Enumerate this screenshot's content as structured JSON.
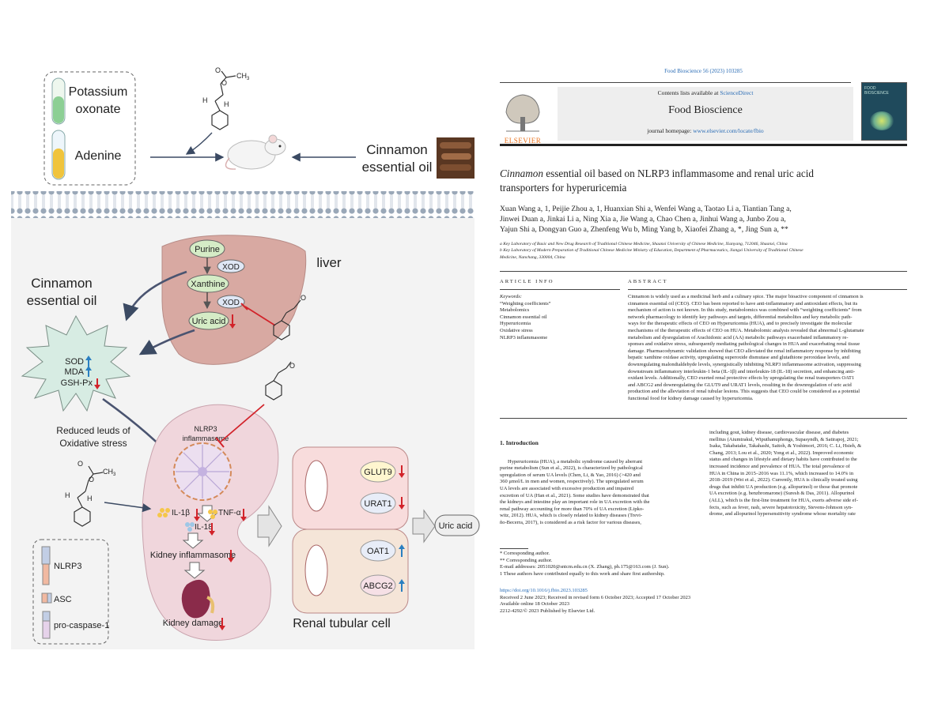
{
  "graphical_abstract": {
    "potassium_oxonate_1": "Potassium",
    "potassium_oxonate_2": "oxonate",
    "adenine": "Adenine",
    "cinnamon_oil_top_1": "Cinnamon",
    "cinnamon_oil_top_2": "essential oil",
    "ch3": "CH",
    "ch3_sub": "3",
    "o_label": "O",
    "h_label": "H",
    "liver": "liver",
    "purine": "Purine",
    "xod": "XOD",
    "xanthine": "Xanthine",
    "uric_acid_liver": "Uric acid",
    "cinnamon_oil_left_1": "Cinnamon",
    "cinnamon_oil_left_2": "essential oil",
    "sod": "SOD",
    "mda": "MDA",
    "gsh_px": "GSH-Px",
    "reduced_1": "Reduced leuds of",
    "reduced_2": "Oxidative stress",
    "nlrp3_inflammasome_1": "NLRP3",
    "nlrp3_inflammasome_2": "inflammasome",
    "il1b": "IL-1β",
    "tnfa": "TNF-α",
    "il18": "IL-18",
    "kidney_inflammasome": "Kidney inflammasome",
    "kidney_damage": "Kidney damage",
    "glut9": "GLUT9",
    "urat1": "URAT1",
    "oat1": "OAT1",
    "abcg2": "ABCG2",
    "uric_acid_out": "Uric acid",
    "renal_tubular_cell": "Renal tubular cell",
    "legend_nlrp3": "NLRP3",
    "legend_asc": "ASC",
    "legend_procaspase": "pro-caspase-1",
    "colors": {
      "up": "#2a7fc1",
      "down": "#d2232a",
      "liver": "#d8a9a2",
      "kidney": "#f0d6dc",
      "enzyme_green": "#d5ecc6"
    }
  },
  "paper": {
    "journal_ref": "Food Bioscience 56 (2023) 103285",
    "contents_prefix": "Contents lists available at ",
    "contents_link": "ScienceDirect",
    "journal_name": "Food Bioscience",
    "homepage_prefix": "journal homepage: ",
    "homepage_link": "www.elsevier.com/locate/fbio",
    "publisher": "ELSEVIER",
    "cover_1": "FOOD",
    "cover_2": "BIOSCIENCE",
    "title_italic": "Cinnamon",
    "title_line1_rest": " essential oil based on NLRP3 inflammasome and renal uric acid",
    "title_line2": "transporters for hyperuricemia",
    "authors": [
      "Xuan Wang a, 1, Peijie Zhou a, 1, Huanxian Shi a, Wenfei Wang a, Taotao Li a, Tiantian Tang a,",
      "Jinwei Duan a, Jinkai Li a, Ning Xia a, Jie Wang a, Chao Chen a, Jinhui Wang a, Junbo Zou a,",
      "Yajun Shi a, Dongyan Guo a, Zhenfeng Wu b, Ming Yang b, Xiaofei Zhang a, *, Jing Sun a, **"
    ],
    "affiliations": [
      "a Key Laboratory of Basic and New Drug Research of Traditional Chinese Medicine, Shaanxi University of Chinese Medicine, Xianyang, 712046, Shaanxi, China",
      "b Key Laboratory of Modern Preparation of Traditional Chinese Medicine Ministry of Education, Department of Pharmaceutics, Jiangxi University of Traditional Chinese",
      "Medicine, Nanchang, 330004, China"
    ],
    "article_info_heading": "ARTICLE INFO",
    "abstract_heading": "ABSTRACT",
    "keywords_label": "Keywords:",
    "keywords": [
      "“Weighting coefficients”",
      "Metabolomics",
      "Cinnamon essential oil",
      "Hyperuricemia",
      "Oxidative stress",
      "NLRP3 inflammasome"
    ],
    "abstract_lines": [
      "Cinnamon is widely used as a medicinal herb and a culinary spice. The major bioactive component of cinnamon is",
      "cinnamon essential oil (CEO). CEO has been reported to have anti-inflammatory and antioxidant effects, but its",
      "mechanism of action is not known. In this study, metabolomics was combined with “weighting coefficients” from",
      "network pharmacology to identify key pathways and targets, differential metabolites and key metabolic path-",
      "ways for the therapeutic effects of CEO on Hyperuricemia (HUA), and to precisely investigate the molecular",
      "mechanisms of the therapeutic effects of CEO on HUA. Metabolomic analysis revealed that abnormal L-glutamate",
      "metabolism and dysregulation of Arachidonic acid (AA) metabolic pathways exacerbated inflammatory re-",
      "sponses and oxidative stress, subsequently mediating pathological changes in HUA and exacerbating renal tissue",
      "damage. Pharmacodynamic validation showed that CEO alleviated the renal inflammatory response by inhibiting",
      "hepatic xanthine oxidase activity, upregulating superoxide dismutase and glutathione peroxidase levels, and",
      "downregulating malondialdehyde levels, synergistically inhibiting NLRP3 inflammasome activation, suppressing",
      "downstream inflammatory interleukin-1 beta (IL-1β) and interleukin-18 (IL-18) secretion, and enhancing anti-",
      "oxidant levels. Additionally, CEO exerted renal protective effects by upregulating the renal transporters OAT1",
      "and ABCG2 and downregulating the GLUT9 and URAT1 levels, resulting in the downregulation of uric acid",
      "production and the alleviation of renal tubular lesions. This suggests that CEO could be considered as a potential",
      "functional food for kidney damage caused by hyperuricemia."
    ],
    "intro_heading": "1.  Introduction",
    "intro_left": [
      "",
      "Hyperuricemia (HUA), a metabolic syndrome caused by aberrant",
      "purine metabolism (Sun et al., 2022), is characterized by pathological",
      "upregulation of serum UA levels (Chen, Li, & Yao, 2016) (>420 and",
      "360 μmol/L in men and women, respectively). The upregulated serum",
      "UA levels are associated with excessive production and impaired",
      "excretion of UA (Han et al., 2021). Some studies have demonstrated that",
      "the kidneys and intestine play an important role in UA excretion with the",
      "renal pathway accounting for more than 70% of UA excretion (Lipko-",
      "witz, 2012). HUA, which is closely related to kidney diseases (Trevi-",
      "ño-Becerra, 2017), is considered as a risk factor for various diseases,"
    ],
    "intro_right": [
      "including gout, kidney disease, cardiovascular disease, and diabetes",
      "mellitus (Aiumtrakul, Wiputhanuphongs, Supasyndh, & Satirapoj, 2021;",
      "Isaka, Takabatake, Takahashi, Saitoh, & Yoshimori, 2016; C. Li, Hsieh, &",
      "Chang, 2013; Lou et al., 2020; Yong et al., 2022). Improved economic",
      "status and changes in lifestyle and dietary habits have contributed to the",
      "increased incidence and prevalence of HUA. The total prevalence of",
      "HUA in China in 2015–2016 was 11.1%, which increased to 14.0% in",
      "2018–2019 (Wei et al., 2022). Currently, HUA is clinically treated using",
      "drugs that inhibit UA production (e.g. allopurinol) or those that promote",
      "UA excretion (e.g. benzbromarone) (Suresh & Das, 2011). Allopurinol",
      "(ALL), which is the first-line treatment for HUA, exerts adverse side ef-",
      "fects, such as fever, rash, severe hepatotoxicity, Stevens-Johnson syn-",
      "drome, and allopurinol hypersensitivity syndrome whose mortality rate"
    ],
    "footnotes": [
      "*  Corresponding author.",
      "** Corresponding author.",
      "E-mail addresses: 2051020@sntcm.edu.cn (X. Zhang), ph.175@163.com (J. Sun).",
      "1  These authors have contributed equally to this work and share first authorship."
    ],
    "doi": "https://doi.org/10.1016/j.fbio.2023.103285",
    "dates": [
      "Received 2 June 2023; Received in revised form 6 October 2023; Accepted 17 October 2023",
      "Available online 18 October 2023",
      "2212-4292/© 2023 Published by Elsevier Ltd."
    ]
  }
}
